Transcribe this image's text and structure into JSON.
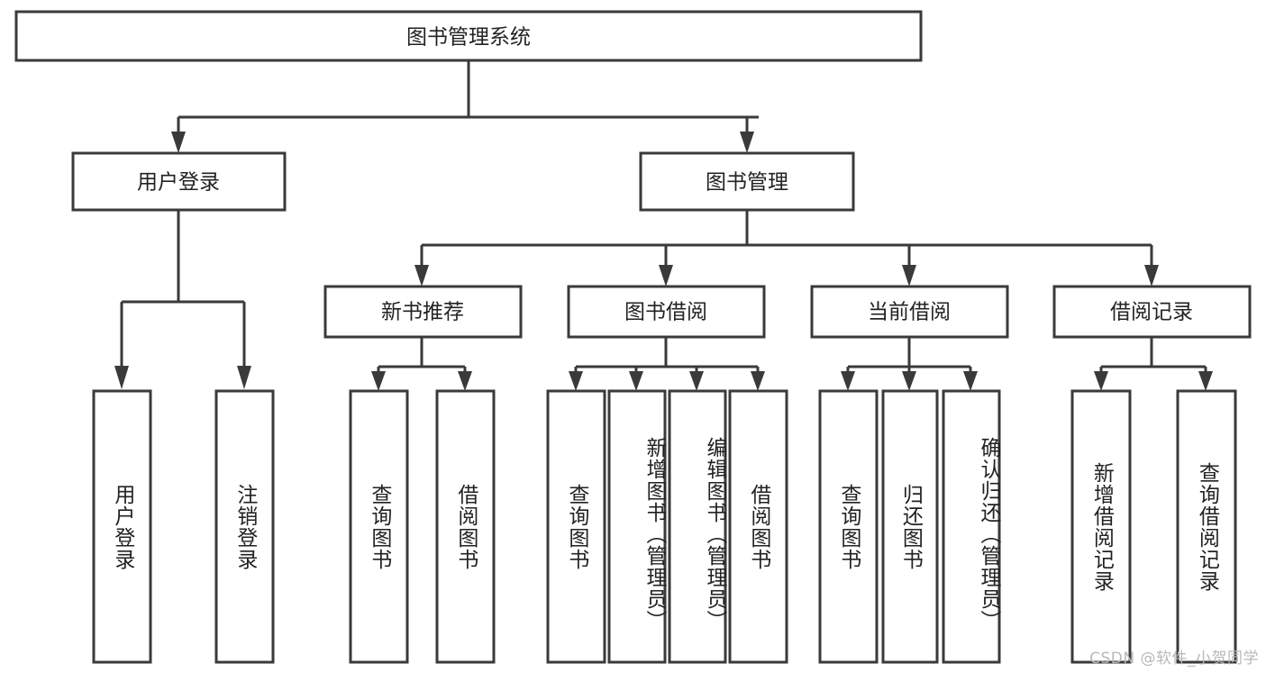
{
  "diagram": {
    "type": "tree-hierarchy-diagram",
    "title": "图书管理系统",
    "watermark": "CSDN @软件_小贺同学",
    "colors": {
      "box_fill": "#ffffff",
      "box_stroke": "#3a3a3a",
      "text": "#222222",
      "watermark": "#b9b9b9",
      "background": "#ffffff"
    },
    "levels": {
      "root": {
        "label": "图书管理系统"
      },
      "level2": [
        {
          "id": "user-login",
          "label": "用户登录"
        },
        {
          "id": "book-management",
          "label": "图书管理"
        }
      ],
      "level3": [
        {
          "id": "new-book-recommend",
          "label": "新书推荐",
          "parent": "book-management"
        },
        {
          "id": "book-borrow",
          "label": "图书借阅",
          "parent": "book-management"
        },
        {
          "id": "current-borrow",
          "label": "当前借阅",
          "parent": "book-management"
        },
        {
          "id": "borrow-record",
          "label": "借阅记录",
          "parent": "book-management"
        }
      ],
      "leaves": [
        {
          "id": "leaf-user-login",
          "label": "用户登录",
          "parent": "user-login"
        },
        {
          "id": "leaf-logout-login",
          "label": "注销登录",
          "parent": "user-login"
        },
        {
          "id": "leaf-query-book-1",
          "label": "查询图书",
          "parent": "new-book-recommend"
        },
        {
          "id": "leaf-borrow-book-1",
          "label": "借阅图书",
          "parent": "new-book-recommend"
        },
        {
          "id": "leaf-query-book-2",
          "label": "查询图书",
          "parent": "book-borrow"
        },
        {
          "id": "leaf-add-book",
          "label": "新增图书（管理员）",
          "parent": "book-borrow"
        },
        {
          "id": "leaf-edit-book",
          "label": "编辑图书（管理员）",
          "parent": "book-borrow"
        },
        {
          "id": "leaf-borrow-book-2",
          "label": "借阅图书",
          "parent": "book-borrow"
        },
        {
          "id": "leaf-query-book-3",
          "label": "查询图书",
          "parent": "current-borrow"
        },
        {
          "id": "leaf-return-book",
          "label": "归还图书",
          "parent": "current-borrow"
        },
        {
          "id": "leaf-confirm-return",
          "label": "确认归还（管理员）",
          "parent": "current-borrow"
        },
        {
          "id": "leaf-add-borrow-record",
          "label": "新增借阅记录",
          "parent": "borrow-record"
        },
        {
          "id": "leaf-query-borrow-record",
          "label": "查询借阅记录",
          "parent": "borrow-record"
        }
      ]
    }
  }
}
